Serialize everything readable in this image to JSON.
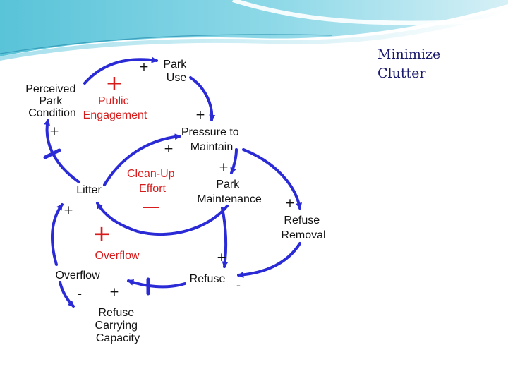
{
  "slide": {
    "title_lines": [
      "Minimize",
      "Clutter"
    ]
  },
  "diagram": {
    "nodes": {
      "park_use": [
        "Park",
        "Use"
      ],
      "perceived": [
        "Perceived",
        "Park",
        "Condition"
      ],
      "pressure": [
        "Pressure to",
        "Maintain"
      ],
      "maintenance": [
        "Park",
        "Maintenance"
      ],
      "refuse_removal": [
        "Refuse",
        "Removal"
      ],
      "litter": [
        "Litter"
      ],
      "overflow": [
        "Overflow"
      ],
      "refuse": [
        "Refuse"
      ],
      "capacity": [
        "Refuse",
        "Carrying",
        "Capacity"
      ]
    },
    "loops": {
      "public_engagement": [
        "Public",
        "Engagement"
      ],
      "cleanup_effort": [
        "Clean-Up",
        "Effort"
      ],
      "overflow": [
        "Overflow"
      ]
    },
    "polarities": {
      "perceived_to_use": "+",
      "use_to_pressure": "+",
      "litter_to_pressure": "+",
      "pressure_to_maintenance": "+",
      "maintenance_to_removal": "+",
      "litter_to_perceived": "+",
      "removal_to_refuse": "+",
      "refuse_to_litter": "-",
      "capacity_to_overflow": "+",
      "overflow_to_litter": "+",
      "overflow_self": "-"
    },
    "loop_signs": {
      "public_engagement": "+",
      "cleanup_effort": "—",
      "overflow": "+"
    },
    "colors": {
      "arrow": "#2a2ad6",
      "loop_label": "#d81b1b",
      "node_text": "#111111"
    }
  }
}
